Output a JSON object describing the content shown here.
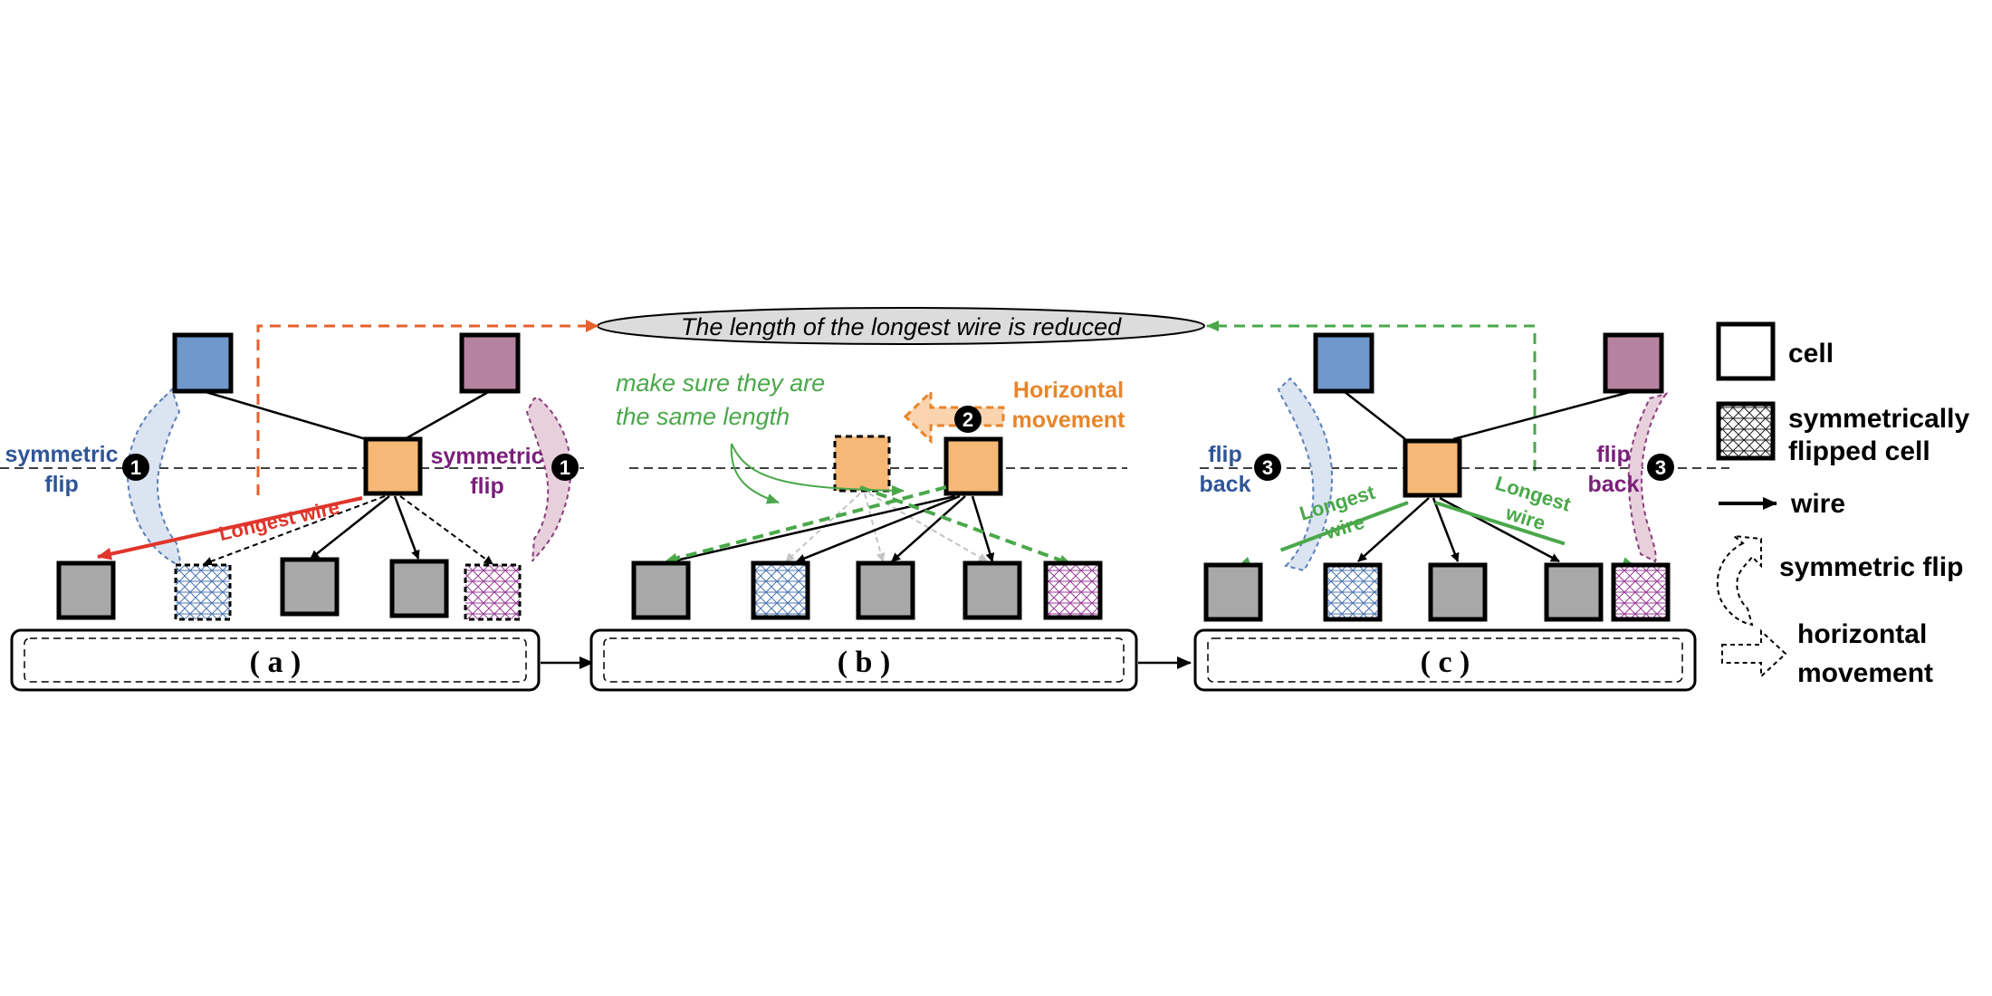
{
  "header_note": "The length of the longest wire is reduced",
  "panels": {
    "a": {
      "caption": "( a )",
      "left_flip": [
        "symmetric",
        "flip"
      ],
      "right_flip": [
        "symmetric",
        "flip"
      ],
      "step": "1",
      "wire_label": "Longest wire"
    },
    "b": {
      "caption": "( b )",
      "note": [
        "make sure they are",
        "the same length"
      ],
      "movement": [
        "Horizontal",
        "movement"
      ],
      "step": "2"
    },
    "c": {
      "caption": "( c )",
      "left_flip": [
        "flip",
        "back"
      ],
      "right_flip": [
        "flip",
        "back"
      ],
      "step": "3",
      "wire_label_left": [
        "Longest",
        "wire"
      ],
      "wire_label_right": [
        "Longest",
        "wire"
      ]
    }
  },
  "legend": {
    "cell": "cell",
    "flipped": [
      "symmetrically",
      "flipped cell"
    ],
    "wire": "wire",
    "flip": "symmetric flip",
    "move": [
      "horizontal",
      "movement"
    ]
  },
  "colors": {
    "blue": "#6f98cb",
    "purple": "#b5839f",
    "orange": "#f6b877",
    "gray": "#a8a8a8",
    "red": "#e0352b",
    "orange_line": "#e8602c",
    "green": "#4aa84a",
    "label_blue": "#2f5597",
    "label_purple": "#7a1f7a",
    "label_orange": "#e8852a"
  }
}
